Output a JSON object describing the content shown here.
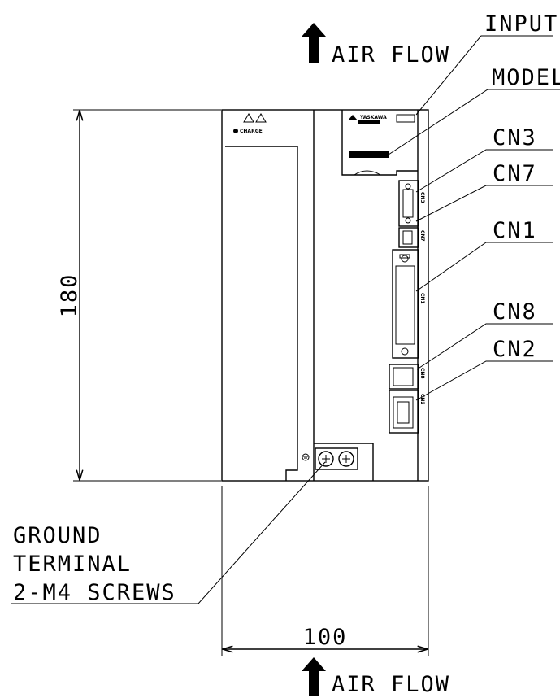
{
  "labels": {
    "input": "INPUT",
    "airflow_top": "AIR FLOW",
    "model": "MODEL",
    "cn3": "CN3",
    "cn7": "CN7",
    "cn1": "CN1",
    "cn8": "CN8",
    "cn2": "CN2",
    "height_dim": "180",
    "width_dim": "100",
    "ground_line1": "GROUND",
    "ground_line2": "TERMINAL",
    "ground_line3": "2-M4 SCREWS",
    "airflow_bottom": "AIR FLOW"
  },
  "panel_marks": {
    "charge": "CHARGE",
    "brand": "YASKAWA",
    "port_cn3": "CN3",
    "port_cn7": "CN7",
    "port_cn1": "CN1",
    "port_cn8": "CN8",
    "port_cn2": "CN2"
  }
}
